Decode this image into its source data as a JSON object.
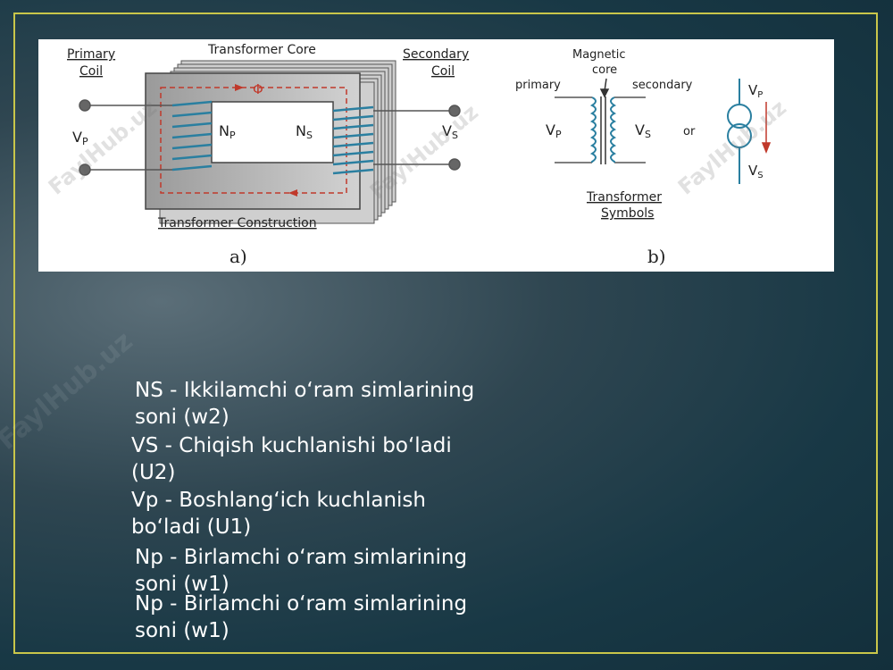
{
  "figure": {
    "a": {
      "label_primary_1": "Primary",
      "label_primary_2": "Coil",
      "label_core": "Transformer Core",
      "label_secondary_1": "Secondary",
      "label_secondary_2": "Coil",
      "label_phi": "Φ",
      "label_vp": "V",
      "label_vp_sub": "P",
      "label_np": "N",
      "label_np_sub": "P",
      "label_ns": "N",
      "label_ns_sub": "S",
      "label_vs": "V",
      "label_vs_sub": "S",
      "caption": "Transformer Construction",
      "panel": "a)"
    },
    "b": {
      "label_mag_1": "Magnetic",
      "label_mag_2": "core",
      "label_primary": "primary",
      "label_secondary": "secondary",
      "label_vp": "V",
      "label_vp_sub": "P",
      "label_vs": "V",
      "label_vs_sub": "S",
      "label_or": "or",
      "label_vp2": "V",
      "label_vp2_sub": "P",
      "label_vs2": "V",
      "label_vs2_sub": "S",
      "caption_1": "Transformer",
      "caption_2": "Symbols",
      "panel": "b)"
    },
    "watermark": "FaylHub.uz",
    "colors": {
      "coil": "#2a7fa0",
      "core": "#b0b0b0",
      "flux": "#c0392b"
    }
  },
  "text": {
    "ns": "NS - Ikkilamchi o‘ram simlarining soni (w2)",
    "vs": "VS - Chiqish kuchlanishi bo‘ladi (U2)",
    "vp": "Vp - Boshlang‘ich kuchlanish bo‘ladi (U1)",
    "np1": "Np - Birlamchi o‘ram simlarining soni (w1)",
    "np2": "Np - Birlamchi o‘ram simlarining soni (w1)"
  }
}
